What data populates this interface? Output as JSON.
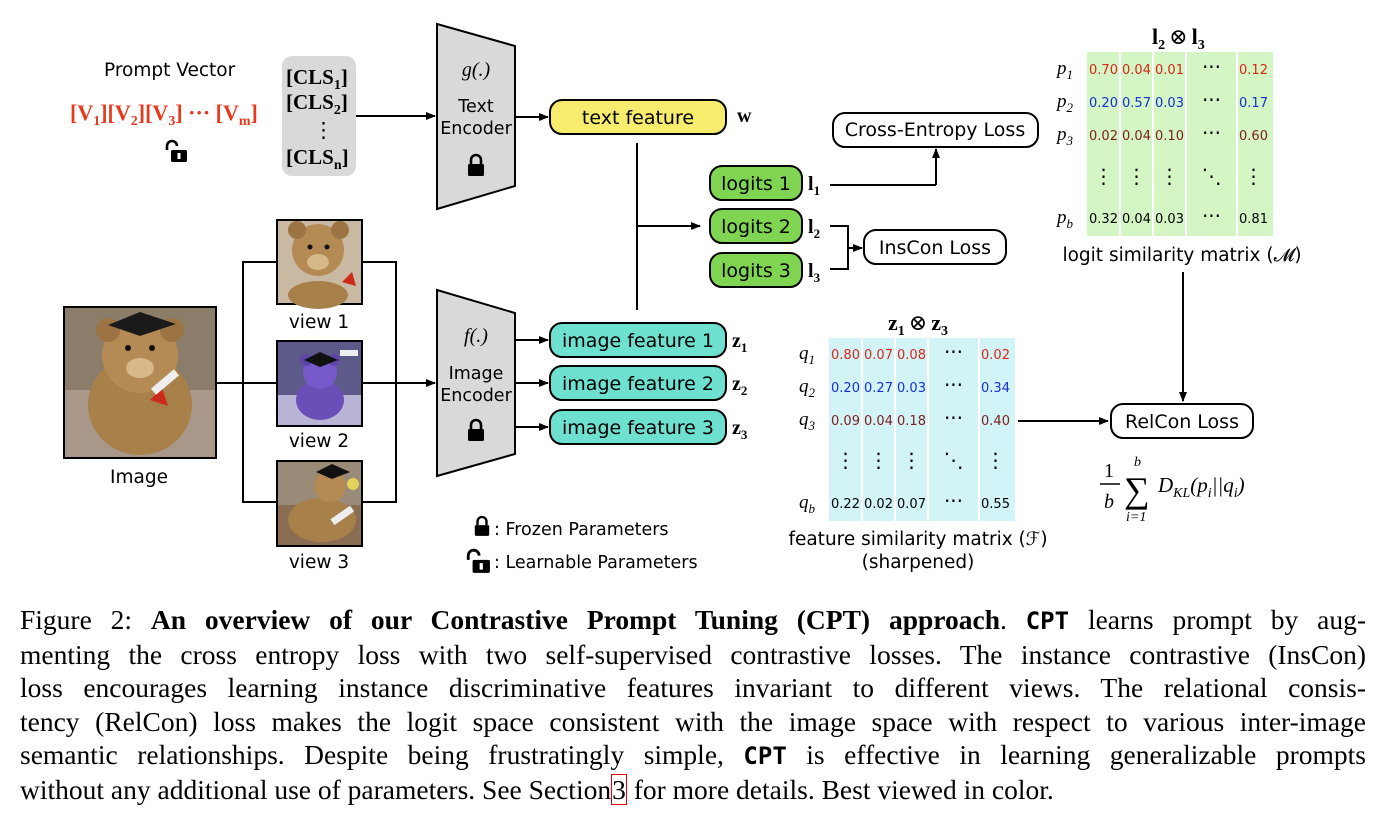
{
  "prompt": {
    "title": "Prompt Vector",
    "tokens": [
      "[V",
      "1",
      "][V",
      "2",
      "][V",
      "3",
      "] ··· [V",
      "m",
      "]"
    ],
    "token_color": "#e8391d",
    "cls": [
      [
        "[CLS",
        "1",
        "]"
      ],
      [
        "[CLS",
        "2",
        "]"
      ],
      [
        "[CLS",
        "n",
        "]"
      ]
    ],
    "cls_dots": "⋮"
  },
  "text_encoder": {
    "fn": "g(.)",
    "line1": "Text",
    "line2": "Encoder"
  },
  "image_encoder": {
    "fn": "f(.)",
    "line1": "Image",
    "line2": "Encoder"
  },
  "text_feature": {
    "label": "text feature",
    "symbol": "w",
    "color": "#f7ec6e"
  },
  "image_features": [
    {
      "label": "image feature 1",
      "sym": "z",
      "sub": "1"
    },
    {
      "label": "image feature 2",
      "sym": "z",
      "sub": "2"
    },
    {
      "label": "image feature 3",
      "sym": "z",
      "sub": "3"
    }
  ],
  "image_feature_color": "#6ee0cf",
  "logits": [
    {
      "label": "logits 1",
      "sym": "l",
      "sub": "1"
    },
    {
      "label": "logits 2",
      "sym": "l",
      "sub": "2"
    },
    {
      "label": "logits 3",
      "sym": "l",
      "sub": "3"
    }
  ],
  "logits_color": "#7fd452",
  "losses": {
    "ce": "Cross-Entropy Loss",
    "inscon": "InsCon Loss",
    "relcon": "RelCon Loss"
  },
  "image_label": "Image",
  "views": [
    "view 1",
    "view 2",
    "view 3"
  ],
  "legend": {
    "frozen": ": Frozen Parameters",
    "learnable": ": Learnable Parameters"
  },
  "logit_matrix": {
    "title_a": "l",
    "title_a_sub": "2",
    "op": "⊗",
    "title_b": "l",
    "title_b_sub": "3",
    "rows": [
      {
        "p": "p",
        "sub": "1",
        "vals": [
          "0.70",
          "0.04",
          "0.01",
          "···",
          "0.12"
        ],
        "color": "#d62718"
      },
      {
        "p": "p",
        "sub": "2",
        "vals": [
          "0.20",
          "0.57",
          "0.03",
          "···",
          "0.17"
        ],
        "color": "#1530d6"
      },
      {
        "p": "p",
        "sub": "3",
        "vals": [
          "0.02",
          "0.04",
          "0.10",
          "···",
          "0.60"
        ],
        "color": "#7a1f1f"
      },
      {
        "p": "",
        "sub": "",
        "vals": [
          "⋮",
          "⋮",
          "⋮",
          "⋱",
          "⋮"
        ],
        "color": "#000000"
      },
      {
        "p": "p",
        "sub": "b",
        "vals": [
          "0.32",
          "0.04",
          "0.03",
          "···",
          "0.81"
        ],
        "color": "#000000"
      }
    ],
    "bg": "#d4f5c4",
    "caption": "logit similarity matrix (𝓜)"
  },
  "feature_matrix": {
    "title_a": "z",
    "title_a_sub": "1",
    "op": "⊗",
    "title_b": "z",
    "title_b_sub": "3",
    "rows": [
      {
        "p": "q",
        "sub": "1",
        "vals": [
          "0.80",
          "0.07",
          "0.08",
          "···",
          "0.02"
        ],
        "color": "#d62718"
      },
      {
        "p": "q",
        "sub": "2",
        "vals": [
          "0.20",
          "0.27",
          "0.03",
          "···",
          "0.34"
        ],
        "color": "#1530d6"
      },
      {
        "p": "q",
        "sub": "3",
        "vals": [
          "0.09",
          "0.04",
          "0.18",
          "···",
          "0.40"
        ],
        "color": "#7a1f1f"
      },
      {
        "p": "",
        "sub": "",
        "vals": [
          "⋮",
          "⋮",
          "⋮",
          "⋱",
          "⋮"
        ],
        "color": "#000000"
      },
      {
        "p": "q",
        "sub": "b",
        "vals": [
          "0.22",
          "0.02",
          "0.07",
          "···",
          "0.55"
        ],
        "color": "#000000"
      }
    ],
    "bg": "#d2f4f7",
    "caption1": "feature similarity matrix (ℱ)",
    "caption2": "(sharpened)"
  },
  "formula": {
    "num": "1",
    "den": "b",
    "sum": "∑",
    "top": "b",
    "bottom": "i=1",
    "body": "D",
    "body_sub": "KL",
    "args": "(p",
    "a1": "i",
    "mid": "||q",
    "a2": "i",
    "close": ")"
  },
  "caption": {
    "fig": "Figure 2:",
    "bold": "An overview of our Contrastive Prompt Tuning (CPT) approach",
    "period": ".",
    "cpt": "CPT",
    "l1_rest": "learns prompt by aug-",
    "line2": "menting the cross entropy loss with two self-supervised contrastive losses.  The instance contrastive (InsCon)",
    "line3": "loss encourages learning instance discriminative features invariant to different views.  The relational consis-",
    "line4": "tency (RelCon) loss makes the logit space consistent with the image space with respect to various inter-image",
    "line5_a": "semantic relationships.  Despite being frustratingly simple,",
    "line5_b": "is effective in learning generalizable prompts",
    "line6_a": "without any additional use of parameters.  See Section",
    "section_ref": "3",
    "line6_b": "for more details.  Best viewed in color."
  }
}
